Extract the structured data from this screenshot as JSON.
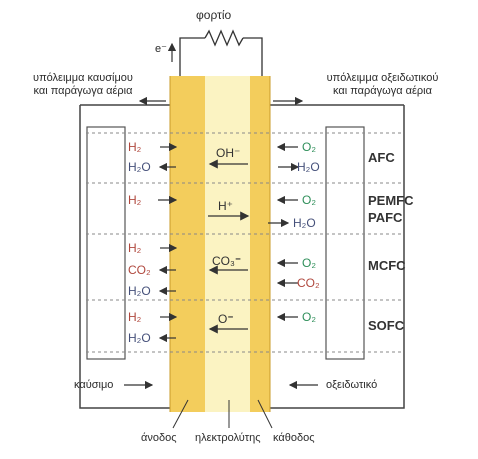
{
  "load_label": "φορτίο",
  "electron_label": "e⁻",
  "fuel_exhaust": [
    "υπόλειμμα καυσίμου",
    "και παράγωγα αέρια"
  ],
  "oxidant_exhaust": [
    "υπόλειμμα οξειδωτικού",
    "και παράγωγα αέρια"
  ],
  "fuel_in": "καύσιμο",
  "oxidant_in": "οξειδωτικό",
  "anode": "άνοδος",
  "electrolyte": "ηλεκτρολύτης",
  "cathode": "κάθοδος",
  "cells": [
    {
      "type": "AFC",
      "anode_species": [
        "H₂",
        "H₂O"
      ],
      "ion": "OH⁻",
      "cathode_species": [
        "O₂",
        "H₂O"
      ]
    },
    {
      "type": "PEMFC",
      "type2": "PAFC",
      "anode_species": [
        "H₂"
      ],
      "ion": "H⁺",
      "cathode_species": [
        "O₂",
        "H₂O"
      ]
    },
    {
      "type": "MCFC",
      "anode_species": [
        "H₂",
        "CO₂",
        "H₂O"
      ],
      "ion": "CO₃⁼",
      "cathode_species": [
        "O₂",
        "CO₂"
      ]
    },
    {
      "type": "SOFC",
      "anode_species": [
        "H₂",
        "H₂O"
      ],
      "ion": "O⁼",
      "cathode_species": [
        "O₂"
      ]
    }
  ],
  "colors": {
    "anode": "#f3cd5c",
    "cathode": "#f3cd5c",
    "electrolyte": "#fbf3c2",
    "h2": "#b0483e",
    "h2o": "#45507a",
    "o2": "#2f8f5a"
  }
}
